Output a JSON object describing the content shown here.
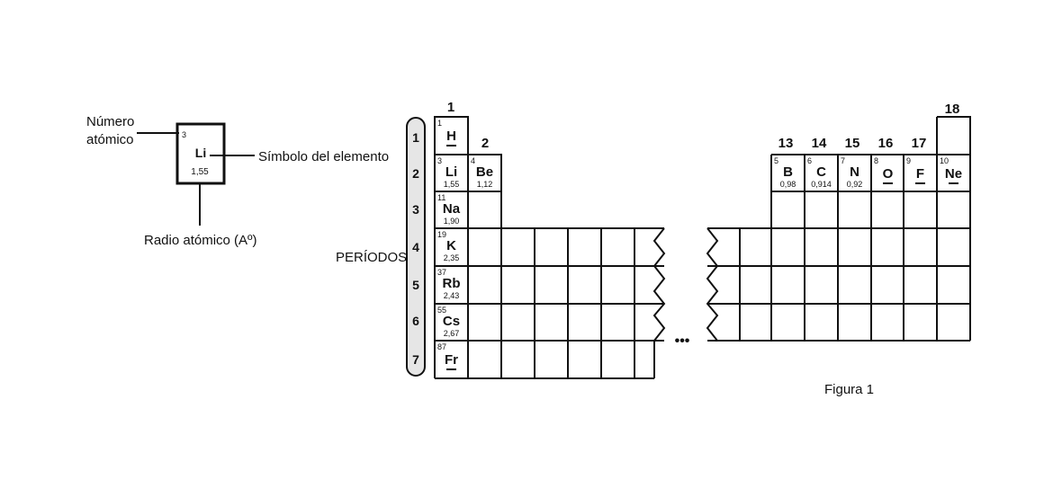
{
  "legend": {
    "numero_label_1": "Número",
    "numero_label_2": "atómico",
    "symbol_label": "Símbolo del elemento",
    "radius_label": "Radio atómico (Aº)",
    "example": {
      "number": "3",
      "symbol": "Li",
      "radius": "1,55"
    }
  },
  "periods_label": "PERÍODOS",
  "periods": [
    "1",
    "2",
    "3",
    "4",
    "5",
    "6",
    "7"
  ],
  "groups": {
    "g1": "1",
    "g2": "2",
    "g13": "13",
    "g14": "14",
    "g15": "15",
    "g16": "16",
    "g17": "17",
    "g18": "18"
  },
  "ellipsis": "•••",
  "figure_caption": "Figura 1",
  "elements": [
    {
      "key": "H",
      "number": "1",
      "symbol": "H",
      "radius": "",
      "underline": true
    },
    {
      "key": "Li",
      "number": "3",
      "symbol": "Li",
      "radius": "1,55",
      "underline": false
    },
    {
      "key": "Be",
      "number": "4",
      "symbol": "Be",
      "radius": "1,12",
      "underline": false
    },
    {
      "key": "Na",
      "number": "11",
      "symbol": "Na",
      "radius": "1,90",
      "underline": false
    },
    {
      "key": "K",
      "number": "19",
      "symbol": "K",
      "radius": "2,35",
      "underline": false
    },
    {
      "key": "Rb",
      "number": "37",
      "symbol": "Rb",
      "radius": "2,43",
      "underline": false
    },
    {
      "key": "Cs",
      "number": "55",
      "symbol": "Cs",
      "radius": "2,67",
      "underline": false
    },
    {
      "key": "Fr",
      "number": "87",
      "symbol": "Fr",
      "radius": "",
      "underline": true
    },
    {
      "key": "B",
      "number": "5",
      "symbol": "B",
      "radius": "0,98",
      "underline": false
    },
    {
      "key": "C",
      "number": "6",
      "symbol": "C",
      "radius": "0,914",
      "underline": false
    },
    {
      "key": "N",
      "number": "7",
      "symbol": "N",
      "radius": "0,92",
      "underline": false
    },
    {
      "key": "O",
      "number": "8",
      "symbol": "O",
      "radius": "",
      "underline": true
    },
    {
      "key": "F",
      "number": "9",
      "symbol": "F",
      "radius": "",
      "underline": true
    },
    {
      "key": "Ne",
      "number": "10",
      "symbol": "Ne",
      "radius": "",
      "underline": true
    }
  ]
}
